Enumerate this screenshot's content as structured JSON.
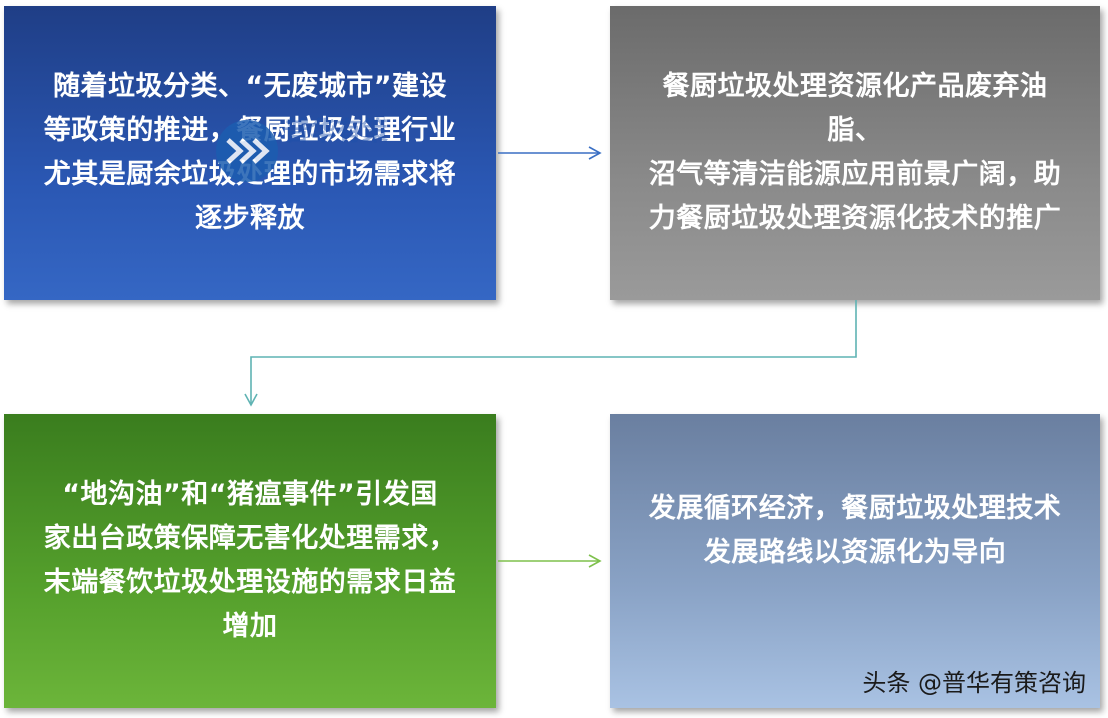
{
  "boxes": {
    "box1": {
      "lines": [
        "随着垃圾分类、“无废城市”建设",
        "等政策的推进，餐厨垃圾处理行业",
        "尤其是厨余垃圾处理的市场需求将",
        "逐步释放"
      ],
      "color": "#2a57b3"
    },
    "box2": {
      "lines": [
        "餐厨垃圾处理资源化产品废弃油脂、",
        "沼气等清洁能源应用前景广阔，助",
        "力餐厨垃圾处理资源化技术的推广"
      ],
      "color": "#8a8a8a"
    },
    "box3": {
      "lines": [
        "“地沟油”和“猪瘟事件”引发国",
        "家出台政策保障无害化处理需求，",
        "末端餐饮垃圾处理设施的需求日益",
        "增加"
      ],
      "color": "#55a02c"
    },
    "box4": {
      "lines": [
        "发展循环经济，餐厨垃圾处理技术",
        "发展路线以资源化为导向"
      ],
      "color": "#8aa3c6"
    }
  },
  "watermark": {
    "text": "普华有策"
  },
  "footer": {
    "credit": "头条 @普华有策咨询"
  },
  "colors": {
    "arrow_blue": "#3a6fc4",
    "arrow_teal": "#5fb3b3",
    "arrow_green": "#7ec04c"
  }
}
